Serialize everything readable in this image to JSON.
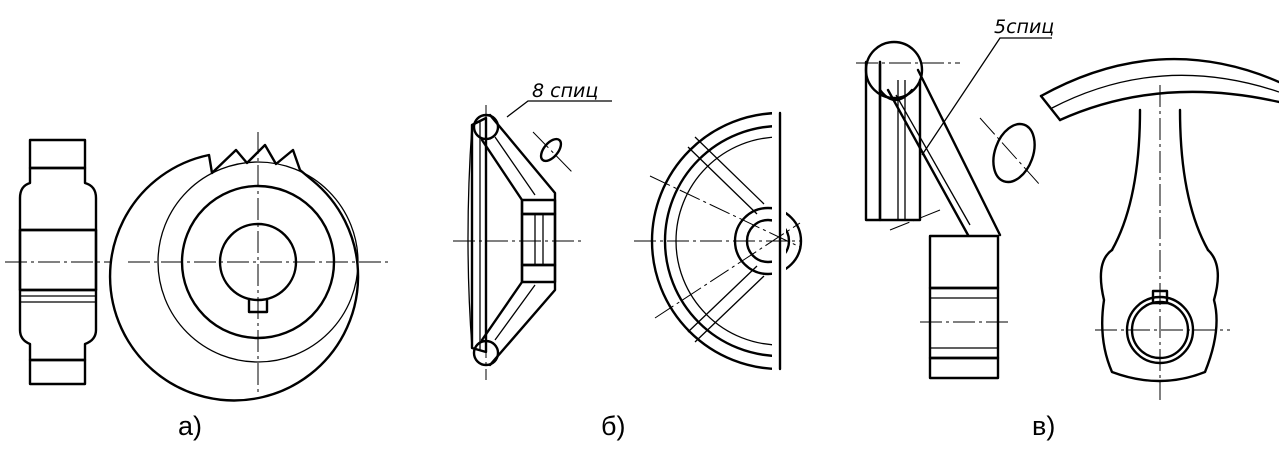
{
  "figure": {
    "callouts": {
      "spokes_b": "8 спиц",
      "spokes_v": "5спиц"
    },
    "captions": [
      "а)",
      "б)",
      "в)"
    ]
  }
}
